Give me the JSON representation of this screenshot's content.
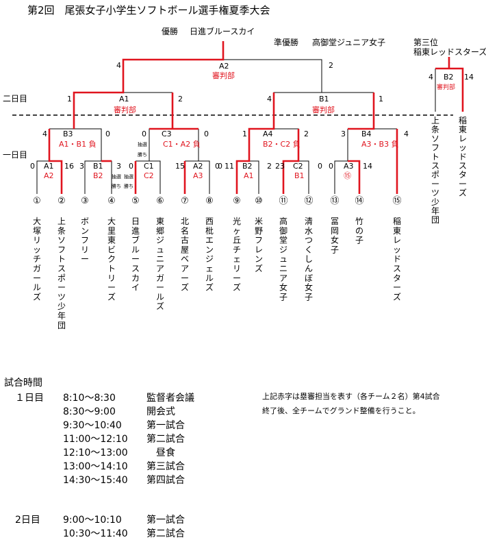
{
  "title": "第2回　尾張女子小学生ソフトボール選手権夏季大会",
  "results": {
    "winner_label": "優勝",
    "winner": "日進ブルースカイ",
    "runner_up_label": "準優勝",
    "runner_up": "高御堂ジュニア女子",
    "third_label": "第三位",
    "third": "稲東レッドスターズ"
  },
  "day_labels": {
    "day2": "二日目",
    "day1": "一日目"
  },
  "games": {
    "A2": {
      "label": "A2",
      "ref": "審判部",
      "score_left": "4",
      "score_right": "2"
    },
    "A1": {
      "label": "A1",
      "ref": "審判部",
      "score_left": "1",
      "score_right": "2"
    },
    "B1": {
      "label": "B1",
      "ref": "審判部",
      "score_left": "4",
      "score_right": "1"
    },
    "B2top": {
      "label": "B2",
      "ref": "審判部",
      "score_left": "4",
      "score_right": "14"
    },
    "B3": {
      "label": "B3",
      "ref": "A1・B1 負",
      "score_left": "4",
      "score_right": "0"
    },
    "C3": {
      "label": "C3",
      "ref": "C1・A2 負",
      "score_left": "0",
      "score_right": "0"
    },
    "A4": {
      "label": "A4",
      "ref": "B2・C2 負",
      "score_left": "1",
      "score_right": "2"
    },
    "B4": {
      "label": "B4",
      "ref": "A3・B3 負",
      "score_left": "3",
      "score_right": "4"
    },
    "A1r": {
      "label": "A1",
      "ref": "A2",
      "score_left": "0",
      "score_right": "16"
    },
    "B1r": {
      "label": "B1",
      "ref": "B2",
      "score_left": "3",
      "score_right": "3"
    },
    "C1r": {
      "label": "C1",
      "ref": "C2",
      "score_left": "0",
      "score_right": ""
    },
    "A2r": {
      "label": "A2",
      "ref": "A3",
      "score_left": "15",
      "score_right": "0"
    },
    "B2r": {
      "label": "B2",
      "ref": "A1",
      "score_left": "11",
      "score_right": "2"
    },
    "C2r": {
      "label": "C2",
      "ref": "B1",
      "score_left": "23",
      "score_right": "0"
    },
    "A3r": {
      "label": "A3",
      "ref": "⑮",
      "score_left": "0",
      "score_right": "14"
    }
  },
  "zero_scores": {
    "a2_left": "0",
    "b2_left": "0",
    "b1_left": "0"
  },
  "bye_notes": {
    "c3_bye1": "抽選",
    "c3_win1": "勝ち",
    "b1_bye": "抽選",
    "b1_win": "勝ち",
    "c1_bye": "抽選",
    "c1_win": "勝ち"
  },
  "team_numbers": [
    "①",
    "②",
    "③",
    "④",
    "⑤",
    "⑥",
    "⑦",
    "⑧",
    "⑨",
    "⑩",
    "⑪",
    "⑫",
    "⑬",
    "⑭",
    "⑮"
  ],
  "teams": [
    "大塚リッチガールズ",
    "上条ソフトスポーツ少年団",
    "ボンフリー",
    "大里東ビクトリーズ",
    "日進ブルースカイ",
    "東郷ジュニアガールズ",
    "北名古屋ベアーズ",
    "西枇エンジェルズ",
    "光ヶ丘チェリーズ",
    "米野フレンズ",
    "高御堂ジュニア女子",
    "清水つくしんぼ女子",
    "冨岡女子",
    "竹の子",
    "稲東レッドスターズ"
  ],
  "b2_teams": {
    "left": "上条ソフトスポーツ少年団",
    "right": "稲東レッドスターズ"
  },
  "schedule": {
    "heading": "試合時間",
    "day1_label": "１日目",
    "day1": [
      {
        "time": "8:10〜8:30",
        "event": "監督者会議"
      },
      {
        "time": "8:30〜9:00",
        "event": "開会式"
      },
      {
        "time": "9:30〜10:40",
        "event": "第一試合"
      },
      {
        "time": "11:00〜12:10",
        "event": "第二試合"
      },
      {
        "time": "12:10〜13:00",
        "event": "　昼食"
      },
      {
        "time": "13:00〜14:10",
        "event": "第三試合"
      },
      {
        "time": "14:30〜15:40",
        "event": "第四試合"
      }
    ],
    "day2_label": "2日目",
    "day2": [
      {
        "time": "9:00〜10:10",
        "event": "第一試合"
      },
      {
        "time": "10:30〜11:40",
        "event": "第二試合"
      }
    ]
  },
  "note": "上記赤字は塁審担当を表す（各チーム２名）第4試合終了後、全チームでグランド整備を行うこと。",
  "colors": {
    "red": "#e0141e",
    "line": "#000000"
  }
}
